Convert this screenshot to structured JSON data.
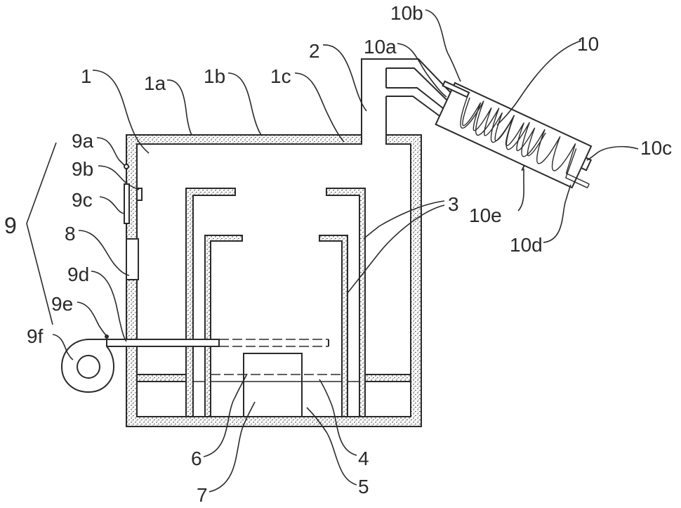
{
  "labels": {
    "l10b": "10b",
    "l10a": "10a",
    "l10": "10",
    "l2": "2",
    "l1": "1",
    "l1a": "1a",
    "l1b": "1b",
    "l1c": "1c",
    "l9a": "9a",
    "l9b": "9b",
    "l9c": "9c",
    "l9": "9",
    "l8": "8",
    "l9d": "9d",
    "l9e": "9e",
    "l9f": "9f",
    "l3": "3",
    "l10c": "10c",
    "l10e": "10e",
    "l10d": "10d",
    "l6": "6",
    "l4": "4",
    "l7": "7",
    "l5": "5"
  }
}
